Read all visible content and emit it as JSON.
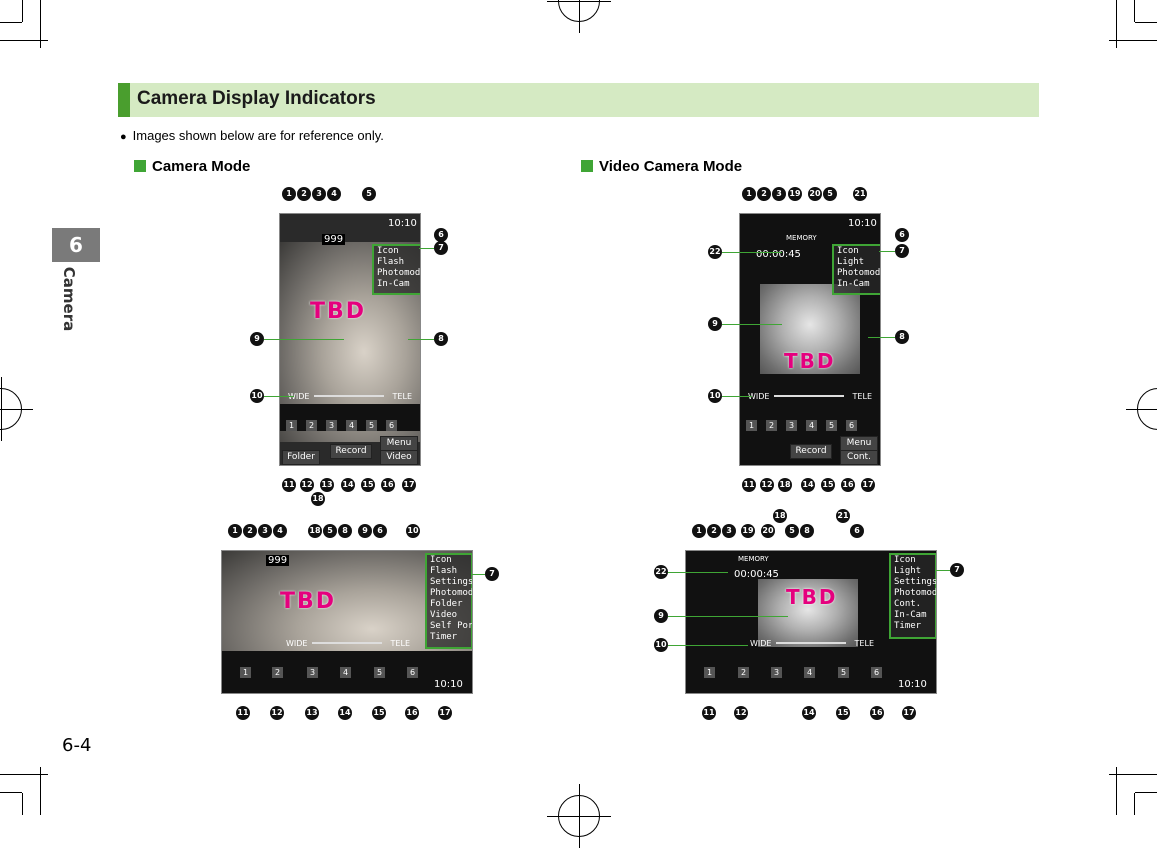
{
  "chapter": {
    "number": "6",
    "label": "Camera"
  },
  "page_number": "6-4",
  "section_title": "Camera Display Indicators",
  "note": "Images shown below are for reference only.",
  "camera_mode": {
    "heading": "Camera Mode",
    "status_counter": "999",
    "clock": "10:10",
    "menu": [
      "Icon",
      "Flash",
      "Photomode",
      "In-Cam"
    ],
    "zoom_wide": "WIDE",
    "zoom_tele": "TELE",
    "tool_numbers": [
      "1",
      "2",
      "3",
      "4",
      "5",
      "6"
    ],
    "softkeys": [
      "Menu",
      "Record",
      "Folder",
      "Video"
    ],
    "placeholder": "TBD"
  },
  "camera_landscape": {
    "status_counter": "999",
    "clock": "10:10",
    "menu": [
      "Icon",
      "Flash",
      "Settings",
      "Photomode",
      "Folder",
      "Video",
      "Self Por.",
      "Timer"
    ],
    "zoom_wide": "WIDE",
    "zoom_tele": "TELE",
    "tool_numbers": [
      "1",
      "2",
      "3",
      "4",
      "5",
      "6"
    ],
    "placeholder": "TBD"
  },
  "video_mode": {
    "heading": "Video Camera Mode",
    "memory": "MEMORY",
    "clock": "10:10",
    "timer": "00:00:45",
    "menu": [
      "Icon",
      "Light",
      "Photomode",
      "In-Cam"
    ],
    "zoom_wide": "WIDE",
    "zoom_tele": "TELE",
    "tool_numbers": [
      "1",
      "2",
      "3",
      "4",
      "5",
      "6"
    ],
    "softkeys": [
      "Menu",
      "Record",
      "Cont."
    ],
    "placeholder": "TBD"
  },
  "video_landscape": {
    "memory": "MEMORY",
    "clock": "10:10",
    "timer": "00:00:45",
    "menu": [
      "Icon",
      "Light",
      "Settings",
      "Photomode",
      "Cont.",
      "In-Cam",
      "Timer"
    ],
    "zoom_wide": "WIDE",
    "zoom_tele": "TELE",
    "tool_numbers": [
      "1",
      "2",
      "3",
      "4",
      "5",
      "6"
    ],
    "placeholder": "TBD"
  },
  "callouts": {
    "c1": "1",
    "c2": "2",
    "c3": "3",
    "c4": "4",
    "c5": "5",
    "c6": "6",
    "c7": "7",
    "c8": "8",
    "c9": "9",
    "c10": "10",
    "c11": "11",
    "c12": "12",
    "c13": "13",
    "c14": "14",
    "c15": "15",
    "c16": "16",
    "c17": "17",
    "c18": "18",
    "c19": "19",
    "c20": "20",
    "c21": "21",
    "c22": "22"
  },
  "colors": {
    "accent_green": "#3fa535",
    "header_bg": "#d5eac3",
    "tbd_magenta": "#e5007e"
  }
}
